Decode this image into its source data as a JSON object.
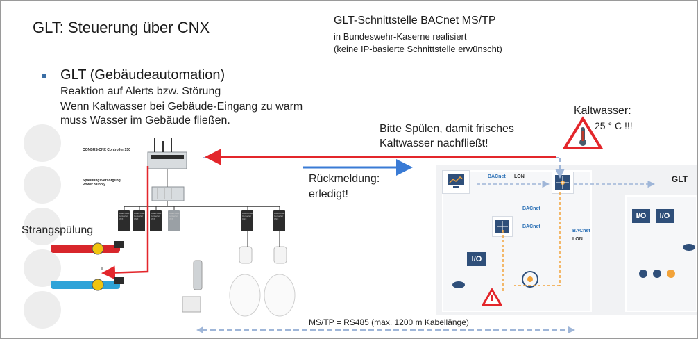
{
  "slide": {
    "title": "GLT:  Steuerung über CNX",
    "header_right": {
      "title": "GLT-Schnittstelle BACnet MS/TP",
      "line1": "in Bundeswehr-Kaserne realisiert",
      "line2": "(keine IP-basierte Schnittstelle erwünscht)"
    },
    "bullet": {
      "heading": "GLT (Gebäudeautomation)",
      "lines": [
        "Reaktion auf Alerts bzw. Störung",
        "Wenn Kaltwasser bei Gebäude-Eingang zu warm",
        "muss Wasser im Gebäude fließen."
      ]
    },
    "kaltwasser": {
      "label": "Kaltwasser:",
      "temp": "25 ° C   !!!"
    },
    "request": {
      "line1": "Bitte Spülen, damit frisches",
      "line2": "Kaltwasser nachfließt!"
    },
    "response": {
      "line1": "Rückmeldung:",
      "line2": "erledigt!"
    },
    "strang": "Strangspülung",
    "glt_label": "GLT",
    "bottom_note": "MS/TP = RS485  (max. 1200 m Kabellänge)",
    "controller_label": "CONBUS-CNX Controller 150",
    "power_label": "Spannungsversorgung/\nPower Supply",
    "converter_label": "Data/Power Converter CNX",
    "bacnet_label": "BACnet",
    "lon_label": "LON",
    "io_label": "I/O",
    "colors": {
      "red": "#e3262b",
      "blue": "#3a7bd5",
      "dashed_blue": "#9fb6d8",
      "navy": "#2f4f7a"
    }
  }
}
